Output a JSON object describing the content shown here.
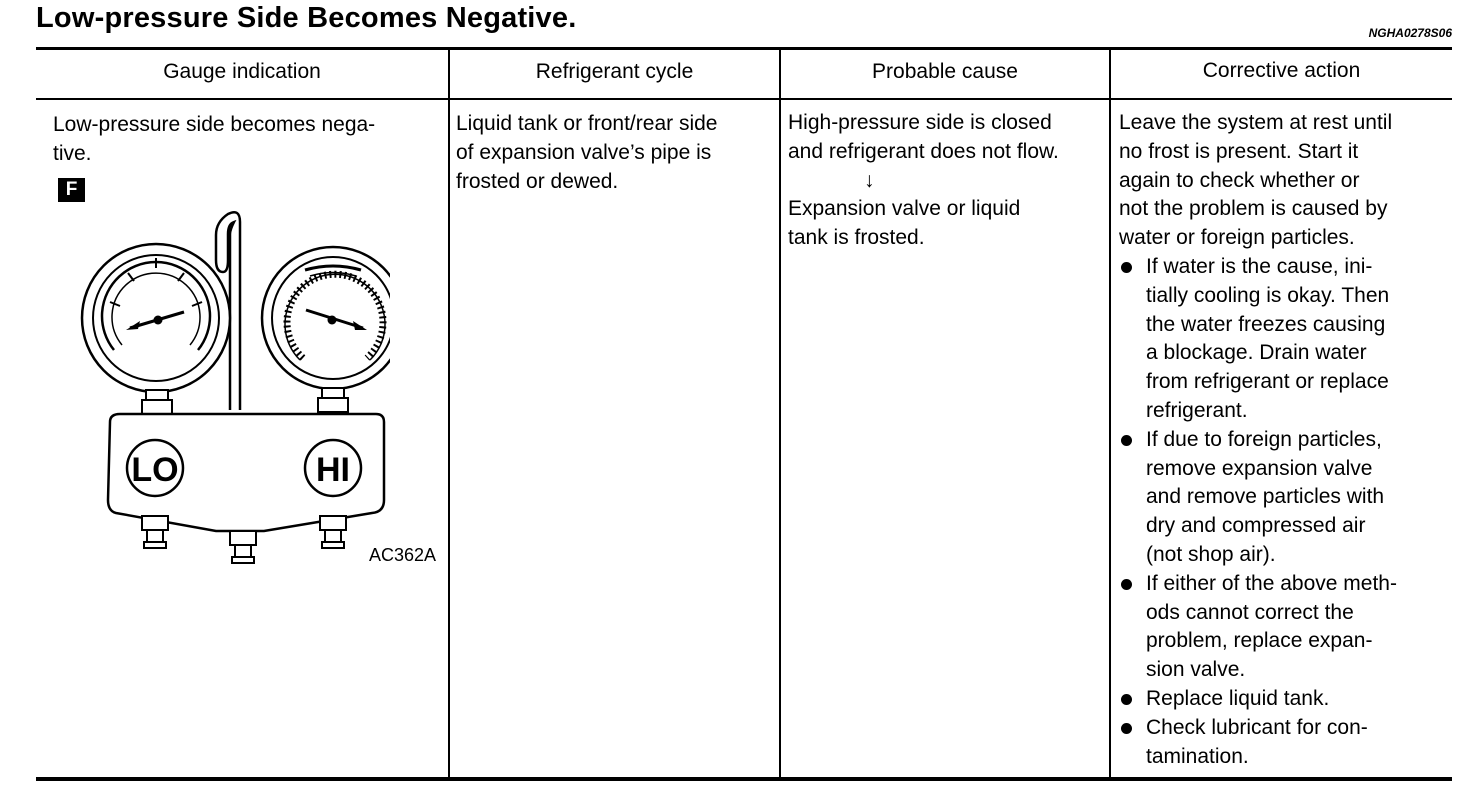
{
  "page": {
    "title": "Low-pressure Side Becomes Negative.",
    "code": "NGHA0278S06"
  },
  "table": {
    "headers": {
      "gauge": "Gauge indication",
      "cycle": "Refrigerant cycle",
      "cause": "Probable cause",
      "action": "Corrective action"
    },
    "gauge": {
      "text_1": "Low-pressure side becomes nega-",
      "text_2": "tive.",
      "badge": "F",
      "figure_id": "AC362A",
      "figure_lo": "LO",
      "figure_hi": "HI"
    },
    "cycle": {
      "lines": [
        "Liquid tank or front/rear side",
        "of expansion valve’s pipe is",
        "frosted or dewed."
      ]
    },
    "cause": {
      "line_1": "High-pressure side is closed",
      "line_2": "and refrigerant does not flow.",
      "arrow": "↓",
      "line_3": "Expansion valve or liquid",
      "line_4": "tank is frosted."
    },
    "action": {
      "intro_lines": [
        "Leave the system at rest until",
        "no frost is present. Start it",
        "again to check whether or",
        "not the problem is caused by",
        "water or foreign particles."
      ],
      "bullets": [
        {
          "lines": [
            "If water is the cause, ini-",
            "tially cooling is okay. Then",
            "the water freezes causing",
            "a blockage. Drain water",
            "from refrigerant or replace",
            "refrigerant."
          ]
        },
        {
          "lines": [
            "If due to foreign particles,",
            "remove expansion valve",
            "and remove particles with",
            "dry and compressed air",
            "(not shop air)."
          ]
        },
        {
          "lines": [
            "If either of the above meth-",
            "ods cannot correct the",
            "problem, replace expan-",
            "sion valve."
          ]
        },
        {
          "lines": [
            "Replace liquid tank."
          ]
        },
        {
          "lines": [
            "Check lubricant for con-",
            "tamination."
          ]
        }
      ]
    }
  }
}
